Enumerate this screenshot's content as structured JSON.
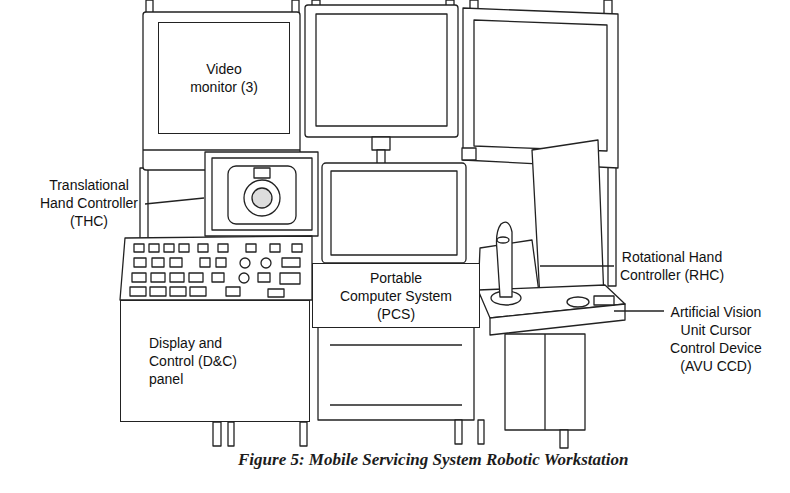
{
  "diagram": {
    "caption": "Figure 5: Mobile Servicing System Robotic Workstation",
    "nodes": [
      {
        "text": [
          "Video monitor (3)"
        ]
      },
      {
        "text": [
          "Portable Computer System (PCS)"
        ]
      },
      {
        "text": [
          "Display and Control (D&C) panel"
        ]
      }
    ],
    "labels": [
      "Translational Hand Controller (THC)",
      "Rotational Hand Controller (RHC)",
      "Artificial Vision Unit Cursor Control Device (AVU CCD)"
    ]
  }
}
